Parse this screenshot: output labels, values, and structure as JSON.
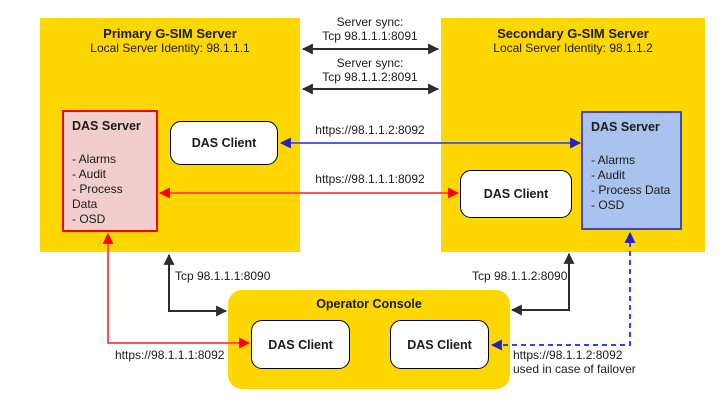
{
  "primary": {
    "title": "Primary G-SIM Server",
    "subtitle": "Local Server Identity: 98.1.1.1",
    "das_server": {
      "title": "DAS Server",
      "items": [
        "- Alarms",
        "- Audit",
        "- Process Data",
        "- OSD"
      ]
    },
    "das_client": "DAS Client"
  },
  "secondary": {
    "title": "Secondary G-SIM Server",
    "subtitle": "Local Server Identity: 98.1.1.2",
    "das_server": {
      "title": "DAS Server",
      "items": [
        "- Alarms",
        "- Audit",
        "- Process Data",
        "- OSD"
      ]
    },
    "das_client": "DAS Client"
  },
  "console": {
    "title": "Operator Console",
    "das_client_left": "DAS Client",
    "das_client_right": "DAS Client"
  },
  "connections": {
    "sync_top": {
      "line1": "Server sync:",
      "line2": "Tcp 98.1.1.1:8091"
    },
    "sync_bottom": {
      "line1": "Server sync:",
      "line2": "Tcp 98.1.1.2:8091"
    },
    "https_to_secondary_das": "https://98.1.1.2:8092",
    "https_to_primary_das": "https://98.1.1.1:8092",
    "tcp_primary": "Tcp 98.1.1.1:8090",
    "tcp_secondary": "Tcp 98.1.1.2:8090",
    "https_console_primary": "https://98.1.1.1:8092",
    "failover": {
      "line1": "https://98.1.1.2:8092",
      "line2": "used in case of failover"
    }
  },
  "colors": {
    "server_box_fill": "#FFD700",
    "primary_das_fill": "#F2CDCD",
    "primary_das_border": "#FF0000",
    "secondary_das_fill": "#A9C3EE",
    "secondary_das_border": "#4147C4",
    "arrow_black": "#2D2D2D",
    "arrow_red": "#FF0000",
    "arrow_blue": "#2222CC"
  }
}
